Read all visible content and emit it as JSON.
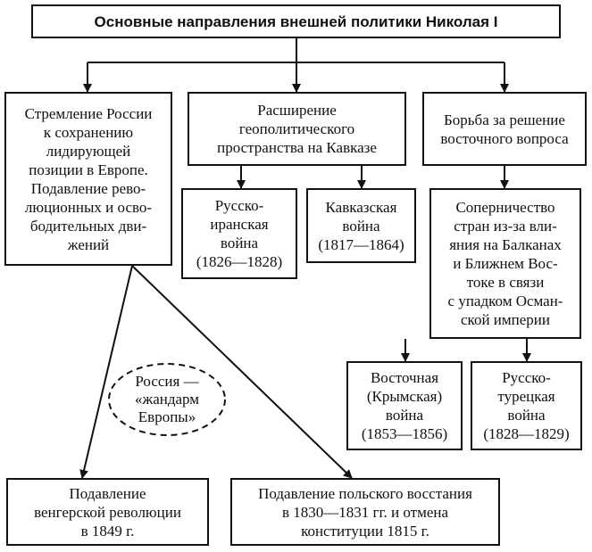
{
  "title": "Основные направления внешней политики Николая I",
  "branches": {
    "europe": "Стремление России\nк сохранению\nлидирующей\nпозиции в Европе.\nПодавление рево-\nлюционных и осво-\nбодительных дви-\nжений",
    "caucasus": "Расширение\nгеополитического\nпространства на Кавказе",
    "east": "Борьба за решение\nвосточного вопроса"
  },
  "caucasus_wars": {
    "russo_persian": "Русско-\nиранская\nвойна\n(1826—1828)",
    "caucasian": "Кавказская\nвойна\n(1817—1864)"
  },
  "east_rivalry": "Соперничество\nстран из-за вли-\nяния на Балканах\nи Ближнем Вос-\nтоке в связи\nс упадком Осман-\nской империи",
  "east_wars": {
    "crimean": "Восточная\n(Крымская)\nвойна\n(1853—1856)",
    "russo_turkish": "Русско-\nтурецкая\nвойна\n(1828—1829)"
  },
  "gendarme": "Россия —\n«жандарм\nЕвропы»",
  "europe_results": {
    "hungary": "Подавление\nвенгерской революции\nв 1849 г.",
    "poland": "Подавление польского восстания\nв 1830—1831 гг. и отмена\nконституции 1815 г."
  }
}
